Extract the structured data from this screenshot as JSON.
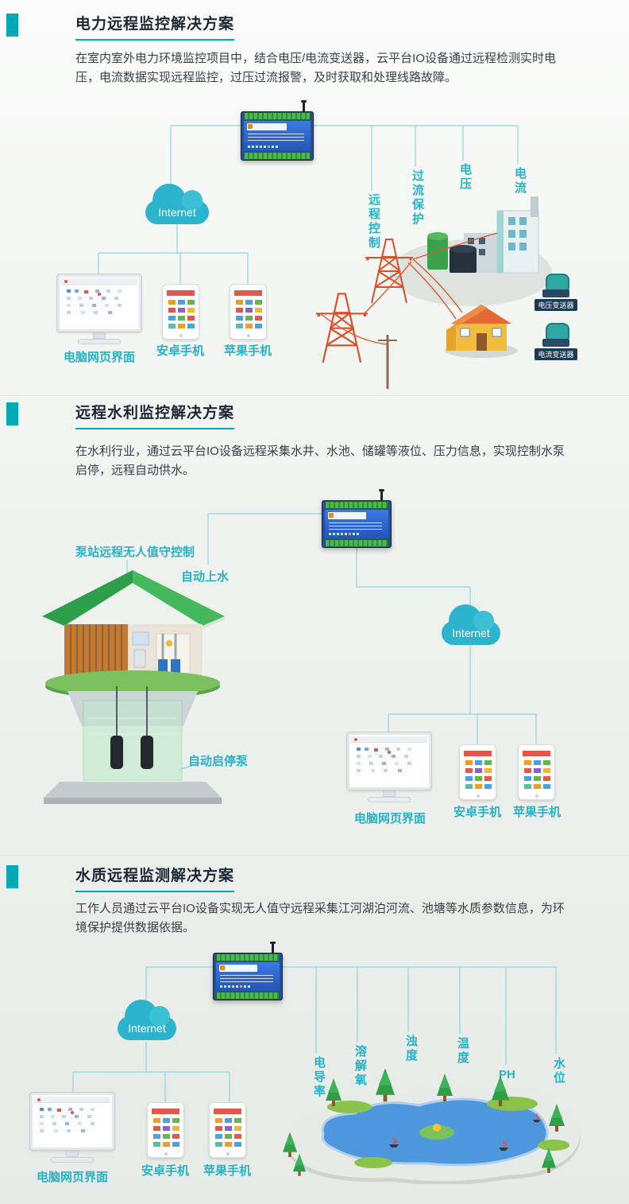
{
  "colors": {
    "accent": "#00a9b4",
    "label_cyan": "#28b2c7",
    "line_cyan": "#8bd7de",
    "device_blue": "#2c66c9",
    "device_green": "#4db554"
  },
  "sections": [
    {
      "title": "电力远程监控解决方案",
      "description": "在室内室外电力环境监控项目中，结合电压/电流变送器，云平台IO设备通过远程检测实时电压，电流数据实现远程监控，过压过流报警，及时获取和处理线路故障。",
      "cloud_label": "Internet",
      "terminals": {
        "computer": "电脑网页界面",
        "android": "安卓手机",
        "apple": "苹果手机"
      },
      "tags": {
        "remote_control": "远程控制",
        "overcurrent": "过流保护",
        "voltage": "电压",
        "current": "电流"
      },
      "transmitters": {
        "voltage": "电压变送器",
        "current": "电流变送器"
      }
    },
    {
      "title": "远程水利监控解决方案",
      "description": "在水利行业，通过云平台IO设备远程采集水井、水池、储罐等液位、压力信息，实现控制水泵启停，远程自动供水。",
      "cloud_label": "Internet",
      "terminals": {
        "computer": "电脑网页界面",
        "android": "安卓手机",
        "apple": "苹果手机"
      },
      "tags": {
        "station": "泵站远程无人值守控制",
        "auto_fill": "自动上水",
        "auto_pump": "自动启停泵"
      }
    },
    {
      "title": "水质远程监测解决方案",
      "description": "工作人员通过云平台IO设备实现无人值守远程采集江河湖泊河流、池塘等水质参数信息，为环境保护提供数据依据。",
      "cloud_label": "Internet",
      "terminals": {
        "computer": "电脑网页界面",
        "android": "安卓手机",
        "apple": "苹果手机"
      },
      "tags": {
        "conductivity": "电导率",
        "dissolved_oxygen": "溶解氧",
        "turbidity": "浊度",
        "temperature": "温度",
        "ph": "PH",
        "level": "水位"
      }
    }
  ]
}
